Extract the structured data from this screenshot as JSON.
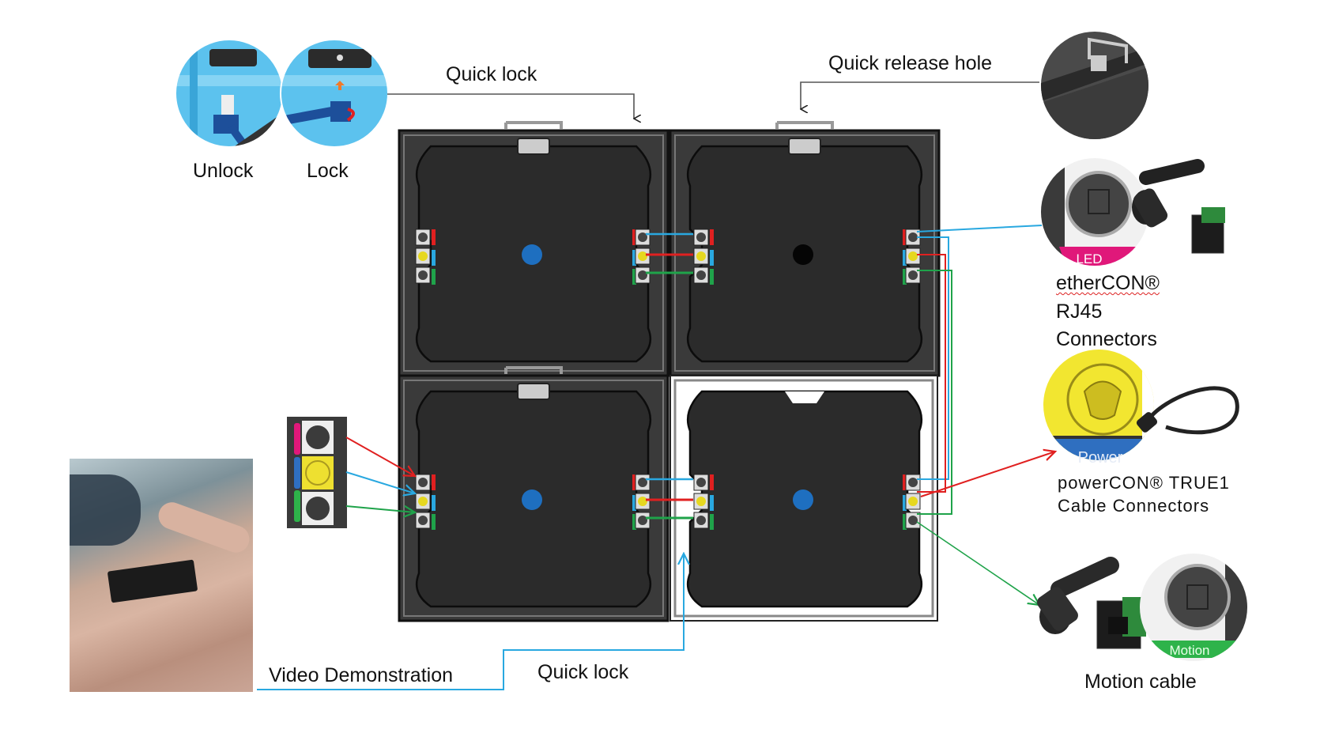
{
  "diagram": {
    "labels": {
      "unlock": "Unlock",
      "lock": "Lock",
      "quick_lock_top": "Quick lock",
      "quick_release_hole": "Quick release hole",
      "ethercon_line1": "etherCON®",
      "ethercon_line2": "RJ45",
      "ethercon_line3": "Connectors",
      "powercon_line1": "powerCON® TRUE1",
      "powercon_line2": "Cable  Connectors",
      "motion_cable": "Motion cable",
      "video_demo": "Video Demonstration",
      "quick_lock_bottom": "Quick lock"
    },
    "badges": {
      "led": "LED",
      "power": "Power",
      "motion": "Motion"
    },
    "cabinets": [
      {
        "id": "top-left",
        "style": "dark",
        "center_dot": "blue"
      },
      {
        "id": "top-right",
        "style": "dark",
        "center_dot": "black"
      },
      {
        "id": "bottom-left",
        "style": "dark",
        "center_dot": "blue"
      },
      {
        "id": "bottom-right",
        "style": "open-frame",
        "center_dot": "blue"
      }
    ],
    "connection_colors": {
      "signal": "#29a8e0",
      "power": "#e02020",
      "motion": "#1fa34a"
    },
    "badge_colors": {
      "led": "#e0187a",
      "power": "#2f6fc0",
      "motion": "#2eb34a"
    },
    "icons": {
      "unlock": "lock-open-icon",
      "lock": "lock-closed-icon",
      "release": "quick-release-handle-icon",
      "ethercon": "rj45-connector-icon",
      "powercon": "power-connector-icon",
      "motion": "rj45-connector-icon",
      "video": "video-thumbnail"
    }
  }
}
